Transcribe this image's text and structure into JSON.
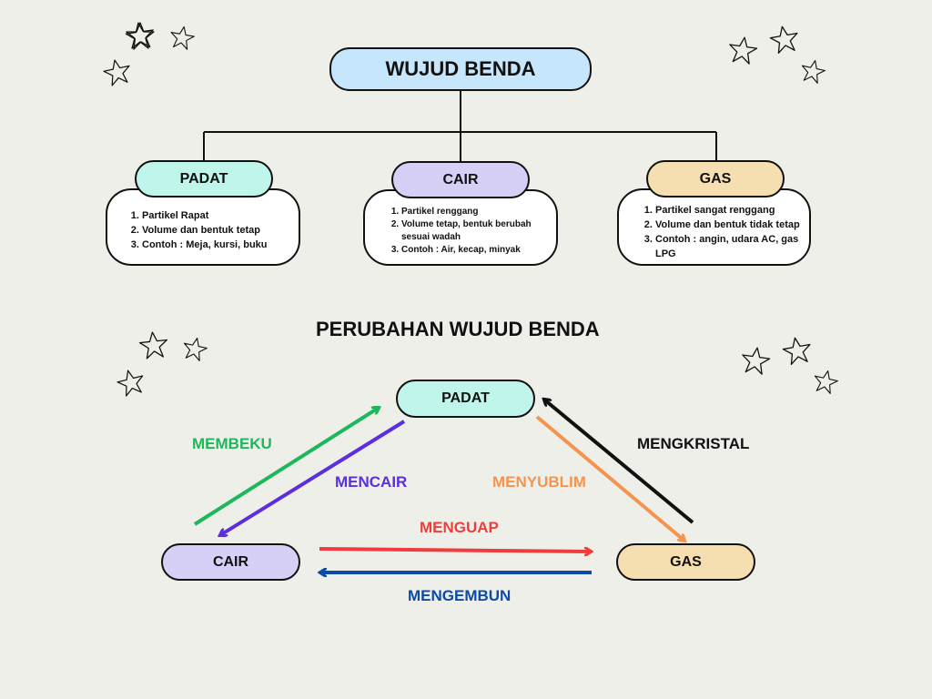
{
  "title": "WUJUD BENDA",
  "states": [
    {
      "label": "PADAT",
      "color": "#bff5ea",
      "items": [
        "Partikel Rapat",
        "Volume dan bentuk tetap",
        "Contoh : Meja, kursi, buku"
      ]
    },
    {
      "label": "CAIR",
      "color": "#d6d0f7",
      "items": [
        "Partikel renggang",
        "Volume tetap, bentuk berubah sesuai wadah",
        "Contoh : Air, kecap, minyak"
      ]
    },
    {
      "label": "GAS",
      "color": "#f5deb0",
      "items": [
        "Partikel sangat renggang",
        "Volume dan bentuk tidak tetap",
        "Contoh : angin, udara AC, gas LPG"
      ]
    }
  ],
  "changes_title": "PERUBAHAN WUJUD BENDA",
  "nodes": {
    "padat": "PADAT",
    "cair": "CAIR",
    "gas": "GAS"
  },
  "transitions": [
    {
      "label": "MEMBEKU",
      "color": "#1db85c"
    },
    {
      "label": "MENCAIR",
      "color": "#5b2ee0"
    },
    {
      "label": "MENYUBLIM",
      "color": "#f5944e"
    },
    {
      "label": "MENGKRISTAL",
      "color": "#111111"
    },
    {
      "label": "MENGUAP",
      "color": "#ef3d3d"
    },
    {
      "label": "MENGEMBUN",
      "color": "#0b4aa8"
    }
  ],
  "colors": {
    "title_box": "#c6e6fb",
    "background": "#efefea"
  }
}
